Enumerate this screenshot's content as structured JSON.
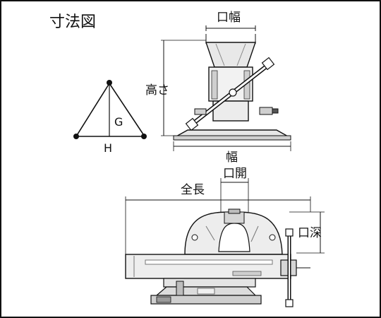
{
  "title": "寸法図",
  "colors": {
    "line": "#111111",
    "gray": "#9a9a9a",
    "light": "#d9d9d9",
    "dark": "#555555",
    "bg": "#ffffff"
  },
  "triangle": {
    "vertical_label": "G",
    "base_label": "H"
  },
  "front_view": {
    "jaw_width_label": "口幅",
    "height_label": "高さ",
    "width_label": "幅"
  },
  "side_view": {
    "total_length_label": "全長",
    "jaw_opening_label": "口開",
    "jaw_depth_label": "口深"
  }
}
